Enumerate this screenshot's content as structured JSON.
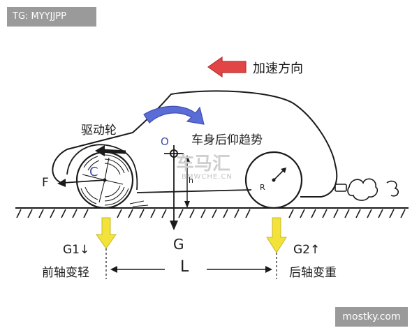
{
  "watermarks": {
    "top_badge": "TG: MYYJJPP",
    "bottom_badge": "mostky.com",
    "center_cn": "车马汇",
    "center_en": "BMWCHE.CN"
  },
  "labels": {
    "acceleration_direction": "加速方向",
    "drive_wheel": "驱动轮",
    "body_tilt": "车身后仰趋势",
    "center_o": "O",
    "wheel_c": "C",
    "wheel_r": "R",
    "force_f": "F",
    "gravity_g": "G",
    "h_mark": "h",
    "g1": "G1↓",
    "g2": "G2↑",
    "front_axle": "前轴变轻",
    "rear_axle": "后轴变重",
    "wheelbase": "L"
  },
  "colors": {
    "ink": "#1a1a1a",
    "accel_arrow": "#e24545",
    "rotation_arrow": "#5a6cd6",
    "load_arrow": "#f2e23a",
    "badge_bg": "#9a9a9a"
  }
}
